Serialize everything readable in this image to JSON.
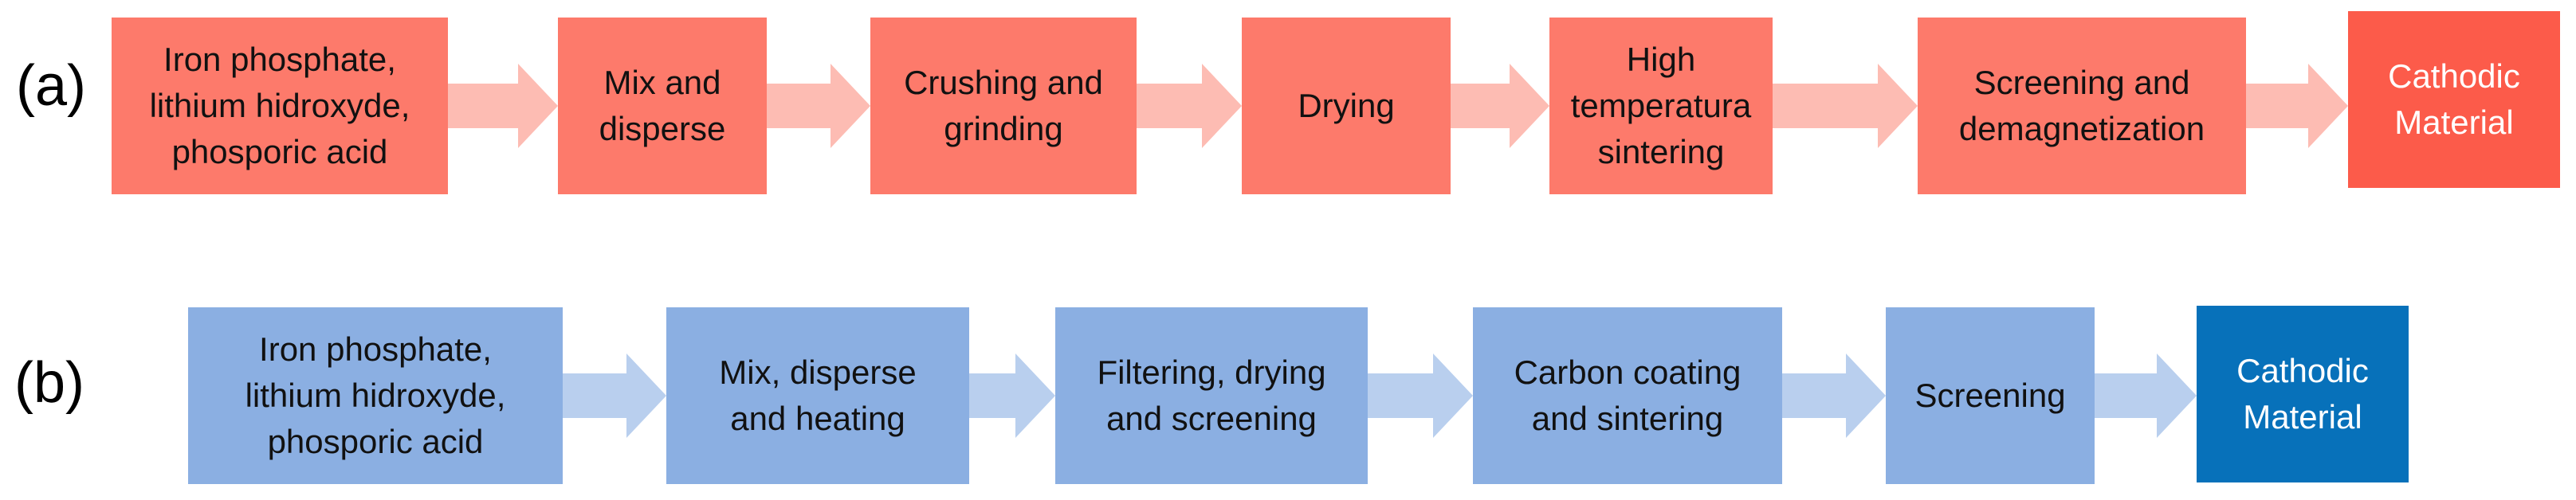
{
  "diagram": {
    "rows": [
      {
        "label": "(a)",
        "colors": {
          "box": "#fd7a6b",
          "final_box": "#fc5b4a",
          "arrow": "#fdbcb3"
        },
        "steps": [
          "Iron phosphate,\nlithium hidroxyde,\nphosporic acid",
          "Mix and\ndisperse",
          "Crushing and\ngrinding",
          "Drying",
          "High\ntemperatura\nsintering",
          "Screening and\ndemagnetization",
          "Cathodic\nMaterial"
        ]
      },
      {
        "label": "(b)",
        "colors": {
          "box": "#8bafe2",
          "final_box": "#0771ba",
          "arrow": "#b9cfee"
        },
        "steps": [
          "Iron phosphate,\nlithium hidroxyde,\nphosporic acid",
          "Mix, disperse\nand heating",
          "Filtering, drying\nand screening",
          "Carbon coating\nand sintering",
          "Screening",
          "Cathodic\nMaterial"
        ]
      }
    ]
  }
}
